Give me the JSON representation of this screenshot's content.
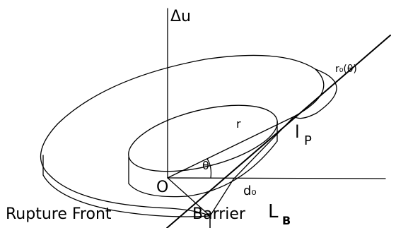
{
  "labels": {
    "delta_u": "Δu",
    "r0_theta": "r₀(θ)",
    "r": "r",
    "theta": "θ",
    "origin": "O",
    "d0": "d₀",
    "lp": "l",
    "lp_sub": "P",
    "rupture_front": "Rupture Front",
    "barrier": "Barrier",
    "lb": "L",
    "lb_sub": "B"
  }
}
